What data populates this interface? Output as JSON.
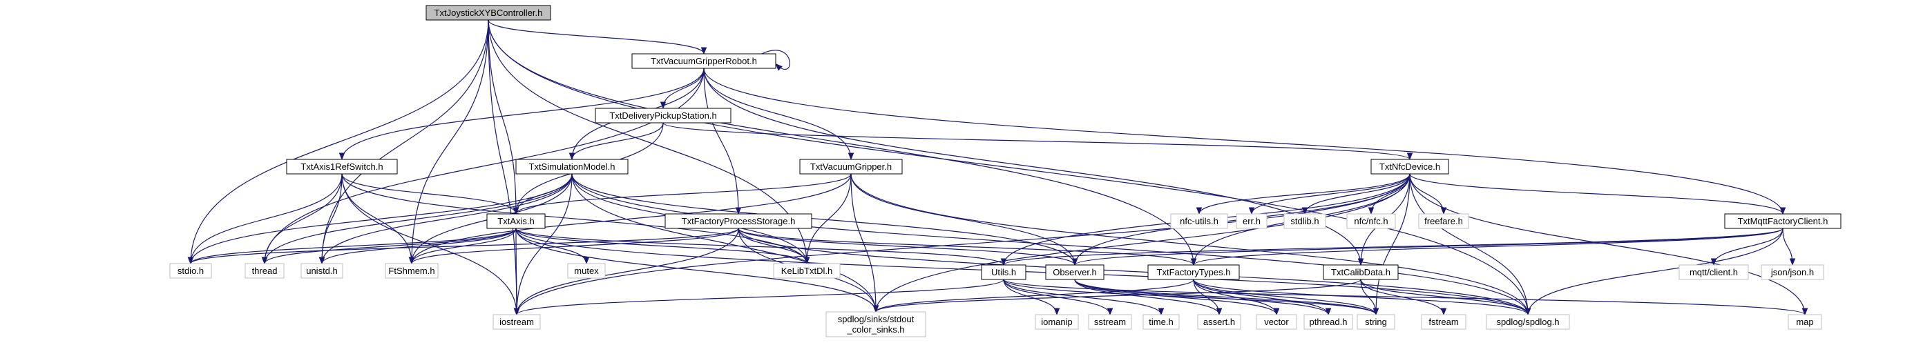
{
  "diagram": {
    "type": "include-dependency-graph",
    "root_file": "TxtJoystickXYBController.h",
    "colors": {
      "edge": "#191970",
      "root_fill": "#bfbfbf",
      "internal_border": "#000000",
      "external_border": "#bfbfbf",
      "fill": "#ffffff"
    },
    "nodes": [
      {
        "id": "root",
        "label": [
          "TxtJoystickXYBController.h"
        ],
        "kind": "root"
      },
      {
        "id": "vgr",
        "label": [
          "TxtVacuumGripperRobot.h"
        ],
        "kind": "internal"
      },
      {
        "id": "dps",
        "label": [
          "TxtDeliveryPickupStation.h"
        ],
        "kind": "internal"
      },
      {
        "id": "a1rs",
        "label": [
          "TxtAxis1RefSwitch.h"
        ],
        "kind": "internal"
      },
      {
        "id": "sim",
        "label": [
          "TxtSimulationModel.h"
        ],
        "kind": "internal"
      },
      {
        "id": "vg",
        "label": [
          "TxtVacuumGripper.h"
        ],
        "kind": "internal"
      },
      {
        "id": "nfc",
        "label": [
          "TxtNfcDevice.h"
        ],
        "kind": "internal"
      },
      {
        "id": "axis",
        "label": [
          "TxtAxis.h"
        ],
        "kind": "internal"
      },
      {
        "id": "fps",
        "label": [
          "TxtFactoryProcessStorage.h"
        ],
        "kind": "internal"
      },
      {
        "id": "mqtt",
        "label": [
          "TxtMqttFactoryClient.h"
        ],
        "kind": "internal"
      },
      {
        "id": "utils",
        "label": [
          "Utils.h"
        ],
        "kind": "internal"
      },
      {
        "id": "obs",
        "label": [
          "Observer.h"
        ],
        "kind": "internal"
      },
      {
        "id": "ftypes",
        "label": [
          "TxtFactoryTypes.h"
        ],
        "kind": "internal"
      },
      {
        "id": "calib",
        "label": [
          "TxtCalibData.h"
        ],
        "kind": "internal"
      },
      {
        "id": "stdio",
        "label": [
          "stdio.h"
        ],
        "kind": "external"
      },
      {
        "id": "thread",
        "label": [
          "thread"
        ],
        "kind": "external"
      },
      {
        "id": "unistd",
        "label": [
          "unistd.h"
        ],
        "kind": "external"
      },
      {
        "id": "ftshmem",
        "label": [
          "FtShmem.h"
        ],
        "kind": "external"
      },
      {
        "id": "mutex",
        "label": [
          "mutex"
        ],
        "kind": "external"
      },
      {
        "id": "kelib",
        "label": [
          "KeLibTxtDl.h"
        ],
        "kind": "external"
      },
      {
        "id": "iostream",
        "label": [
          "iostream"
        ],
        "kind": "external"
      },
      {
        "id": "colorsinks",
        "label": [
          "spdlog/sinks/stdout",
          "_color_sinks.h"
        ],
        "kind": "external"
      },
      {
        "id": "iomanip",
        "label": [
          "iomanip"
        ],
        "kind": "external"
      },
      {
        "id": "sstream",
        "label": [
          "sstream"
        ],
        "kind": "external"
      },
      {
        "id": "timeh",
        "label": [
          "time.h"
        ],
        "kind": "external"
      },
      {
        "id": "asserth",
        "label": [
          "assert.h"
        ],
        "kind": "external"
      },
      {
        "id": "vector",
        "label": [
          "vector"
        ],
        "kind": "external"
      },
      {
        "id": "pthread",
        "label": [
          "pthread.h"
        ],
        "kind": "external"
      },
      {
        "id": "string",
        "label": [
          "string"
        ],
        "kind": "external"
      },
      {
        "id": "fstream",
        "label": [
          "fstream"
        ],
        "kind": "external"
      },
      {
        "id": "spdlog",
        "label": [
          "spdlog/spdlog.h"
        ],
        "kind": "external"
      },
      {
        "id": "map",
        "label": [
          "map"
        ],
        "kind": "external"
      },
      {
        "id": "nfcutils",
        "label": [
          "nfc-utils.h"
        ],
        "kind": "external"
      },
      {
        "id": "errh",
        "label": [
          "err.h"
        ],
        "kind": "external"
      },
      {
        "id": "stdlib",
        "label": [
          "stdlib.h"
        ],
        "kind": "external"
      },
      {
        "id": "nfcnfc",
        "label": [
          "nfc/nfc.h"
        ],
        "kind": "external"
      },
      {
        "id": "freefare",
        "label": [
          "freefare.h"
        ],
        "kind": "external"
      },
      {
        "id": "mqttclient",
        "label": [
          "mqtt/client.h"
        ],
        "kind": "external"
      },
      {
        "id": "jsonh",
        "label": [
          "json/json.h"
        ],
        "kind": "external"
      }
    ],
    "edges": [
      [
        "root",
        "vgr"
      ],
      [
        "root",
        "axis"
      ],
      [
        "root",
        "ftshmem"
      ],
      [
        "root",
        "stdio"
      ],
      [
        "root",
        "unistd"
      ],
      [
        "root",
        "iostream"
      ],
      [
        "root",
        "kelib"
      ],
      [
        "root",
        "spdlog"
      ],
      [
        "root",
        "ftypes"
      ],
      [
        "vgr",
        "vgr"
      ],
      [
        "vgr",
        "dps"
      ],
      [
        "vgr",
        "a1rs"
      ],
      [
        "vgr",
        "sim"
      ],
      [
        "vgr",
        "vg"
      ],
      [
        "vgr",
        "fps"
      ],
      [
        "vgr",
        "mqtt"
      ],
      [
        "vgr",
        "thread"
      ],
      [
        "vgr",
        "calib"
      ],
      [
        "dps",
        "sim"
      ],
      [
        "dps",
        "nfc"
      ],
      [
        "dps",
        "axis"
      ],
      [
        "a1rs",
        "axis"
      ],
      [
        "a1rs",
        "stdio"
      ],
      [
        "a1rs",
        "thread"
      ],
      [
        "a1rs",
        "unistd"
      ],
      [
        "a1rs",
        "ftshmem"
      ],
      [
        "a1rs",
        "iostream"
      ],
      [
        "a1rs",
        "kelib"
      ],
      [
        "sim",
        "axis"
      ],
      [
        "sim",
        "ftshmem"
      ],
      [
        "sim",
        "stdio"
      ],
      [
        "sim",
        "thread"
      ],
      [
        "sim",
        "unistd"
      ],
      [
        "sim",
        "iostream"
      ],
      [
        "sim",
        "kelib"
      ],
      [
        "sim",
        "obs"
      ],
      [
        "sim",
        "spdlog"
      ],
      [
        "sim",
        "colorsinks"
      ],
      [
        "vg",
        "axis"
      ],
      [
        "vg",
        "ftshmem"
      ],
      [
        "vg",
        "kelib"
      ],
      [
        "vg",
        "colorsinks"
      ],
      [
        "vg",
        "obs"
      ],
      [
        "vg",
        "spdlog"
      ],
      [
        "axis",
        "stdio"
      ],
      [
        "axis",
        "thread"
      ],
      [
        "axis",
        "unistd"
      ],
      [
        "axis",
        "ftshmem"
      ],
      [
        "axis",
        "mutex"
      ],
      [
        "axis",
        "kelib"
      ],
      [
        "axis",
        "iostream"
      ],
      [
        "axis",
        "colorsinks"
      ],
      [
        "axis",
        "spdlog"
      ],
      [
        "axis",
        "utils"
      ],
      [
        "fps",
        "ftshmem"
      ],
      [
        "fps",
        "stdio"
      ],
      [
        "fps",
        "iostream"
      ],
      [
        "fps",
        "colorsinks"
      ],
      [
        "fps",
        "kelib"
      ],
      [
        "fps",
        "ftypes"
      ],
      [
        "fps",
        "spdlog"
      ],
      [
        "fps",
        "obs"
      ],
      [
        "nfc",
        "nfcutils"
      ],
      [
        "nfc",
        "errh"
      ],
      [
        "nfc",
        "stdlib"
      ],
      [
        "nfc",
        "nfcnfc"
      ],
      [
        "nfc",
        "freefare"
      ],
      [
        "nfc",
        "colorsinks"
      ],
      [
        "nfc",
        "spdlog"
      ],
      [
        "nfc",
        "map"
      ],
      [
        "nfc",
        "iostream"
      ],
      [
        "nfc",
        "string"
      ],
      [
        "nfc",
        "mqtt"
      ],
      [
        "nfc",
        "obs"
      ],
      [
        "nfc",
        "ftypes"
      ],
      [
        "nfc",
        "utils"
      ],
      [
        "nfc",
        "calib"
      ],
      [
        "mqtt",
        "mqttclient"
      ],
      [
        "mqtt",
        "jsonh"
      ],
      [
        "mqtt",
        "spdlog"
      ],
      [
        "mqtt",
        "obs"
      ],
      [
        "mqtt",
        "ftypes"
      ],
      [
        "mqtt",
        "utils"
      ],
      [
        "utils",
        "iostream"
      ],
      [
        "utils",
        "iomanip"
      ],
      [
        "utils",
        "sstream"
      ],
      [
        "utils",
        "timeh"
      ],
      [
        "utils",
        "string"
      ],
      [
        "utils",
        "map"
      ],
      [
        "obs",
        "asserth"
      ],
      [
        "obs",
        "vector"
      ],
      [
        "obs",
        "pthread"
      ],
      [
        "obs",
        "string"
      ],
      [
        "ftypes",
        "asserth"
      ],
      [
        "ftypes",
        "vector"
      ],
      [
        "ftypes",
        "string"
      ],
      [
        "ftypes",
        "pthread"
      ],
      [
        "ftypes",
        "spdlog"
      ],
      [
        "ftypes",
        "colorsinks"
      ],
      [
        "calib",
        "fstream"
      ],
      [
        "calib",
        "string"
      ],
      [
        "calib",
        "spdlog"
      ],
      [
        "calib",
        "colorsinks"
      ]
    ]
  }
}
